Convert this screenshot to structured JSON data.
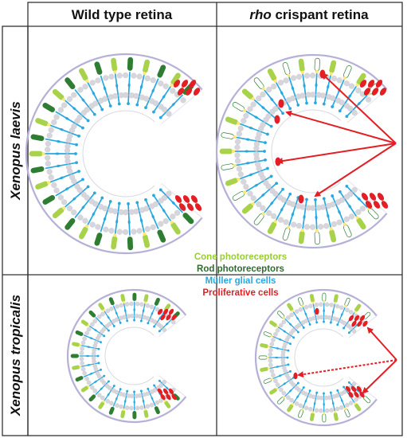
{
  "columns": [
    {
      "prefix": "",
      "suffix": "Wild type retina"
    },
    {
      "prefix": "rho",
      "suffix": " crispant retina"
    }
  ],
  "rows": [
    "Xenopus laevis",
    "Xenopus tropicalis"
  ],
  "legend": [
    {
      "label": "Cone photoreceptors",
      "color": "#9acd32"
    },
    {
      "label": "Rod photoreceptors",
      "color": "#2e6b2e"
    },
    {
      "label": "Müller glial cells",
      "color": "#29a8e0"
    },
    {
      "label": "Proliferative cells",
      "color": "#e31e24"
    }
  ],
  "colors": {
    "frame": "#333333",
    "retina_outline": "#b5b0d8",
    "glia": "#29a8e0",
    "cone": "#a8d24a",
    "rod": "#2e7d32",
    "prolif": "#e31e24",
    "arrow": "#e31e24",
    "nucleus": "#d6d6dc"
  }
}
